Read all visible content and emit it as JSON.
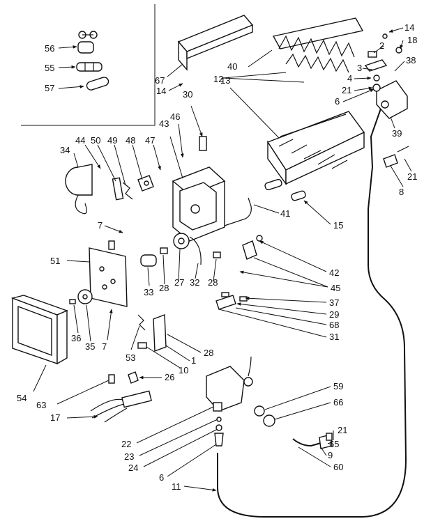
{
  "labels": [
    {
      "id": "56",
      "text": "56"
    },
    {
      "id": "55",
      "text": "55"
    },
    {
      "id": "57",
      "text": "57"
    },
    {
      "id": "67",
      "text": "67"
    },
    {
      "id": "14a",
      "text": "14"
    },
    {
      "id": "30",
      "text": "30"
    },
    {
      "id": "40",
      "text": "40"
    },
    {
      "id": "12",
      "text": "12"
    },
    {
      "id": "13",
      "text": "13"
    },
    {
      "id": "14b",
      "text": "14"
    },
    {
      "id": "18",
      "text": "18"
    },
    {
      "id": "2",
      "text": "2"
    },
    {
      "id": "38",
      "text": "38"
    },
    {
      "id": "3",
      "text": "3"
    },
    {
      "id": "4",
      "text": "4"
    },
    {
      "id": "21a",
      "text": "21"
    },
    {
      "id": "6a",
      "text": "6"
    },
    {
      "id": "39",
      "text": "39"
    },
    {
      "id": "21b",
      "text": "21"
    },
    {
      "id": "8",
      "text": "8"
    },
    {
      "id": "34",
      "text": "34"
    },
    {
      "id": "44",
      "text": "44"
    },
    {
      "id": "50",
      "text": "50"
    },
    {
      "id": "49",
      "text": "49"
    },
    {
      "id": "48",
      "text": "48"
    },
    {
      "id": "47",
      "text": "47"
    },
    {
      "id": "43",
      "text": "43"
    },
    {
      "id": "46",
      "text": "46"
    },
    {
      "id": "41",
      "text": "41"
    },
    {
      "id": "15",
      "text": "15"
    },
    {
      "id": "7a",
      "text": "7"
    },
    {
      "id": "51",
      "text": "51"
    },
    {
      "id": "33",
      "text": "33"
    },
    {
      "id": "28a",
      "text": "28"
    },
    {
      "id": "27",
      "text": "27"
    },
    {
      "id": "32",
      "text": "32"
    },
    {
      "id": "28b",
      "text": "28"
    },
    {
      "id": "42",
      "text": "42"
    },
    {
      "id": "45",
      "text": "45"
    },
    {
      "id": "37",
      "text": "37"
    },
    {
      "id": "29",
      "text": "29"
    },
    {
      "id": "68",
      "text": "68"
    },
    {
      "id": "31",
      "text": "31"
    },
    {
      "id": "54",
      "text": "54"
    },
    {
      "id": "36",
      "text": "36"
    },
    {
      "id": "35",
      "text": "35"
    },
    {
      "id": "7b",
      "text": "7"
    },
    {
      "id": "53",
      "text": "53"
    },
    {
      "id": "28c",
      "text": "28"
    },
    {
      "id": "10",
      "text": "10"
    },
    {
      "id": "1",
      "text": "1"
    },
    {
      "id": "26",
      "text": "26"
    },
    {
      "id": "63",
      "text": "63"
    },
    {
      "id": "17",
      "text": "17"
    },
    {
      "id": "59",
      "text": "59"
    },
    {
      "id": "66",
      "text": "66"
    },
    {
      "id": "21c",
      "text": "21"
    },
    {
      "id": "65",
      "text": "65"
    },
    {
      "id": "9",
      "text": "9"
    },
    {
      "id": "60",
      "text": "60"
    },
    {
      "id": "22",
      "text": "22"
    },
    {
      "id": "23",
      "text": "23"
    },
    {
      "id": "24",
      "text": "24"
    },
    {
      "id": "6b",
      "text": "6"
    },
    {
      "id": "11",
      "text": "11"
    }
  ]
}
